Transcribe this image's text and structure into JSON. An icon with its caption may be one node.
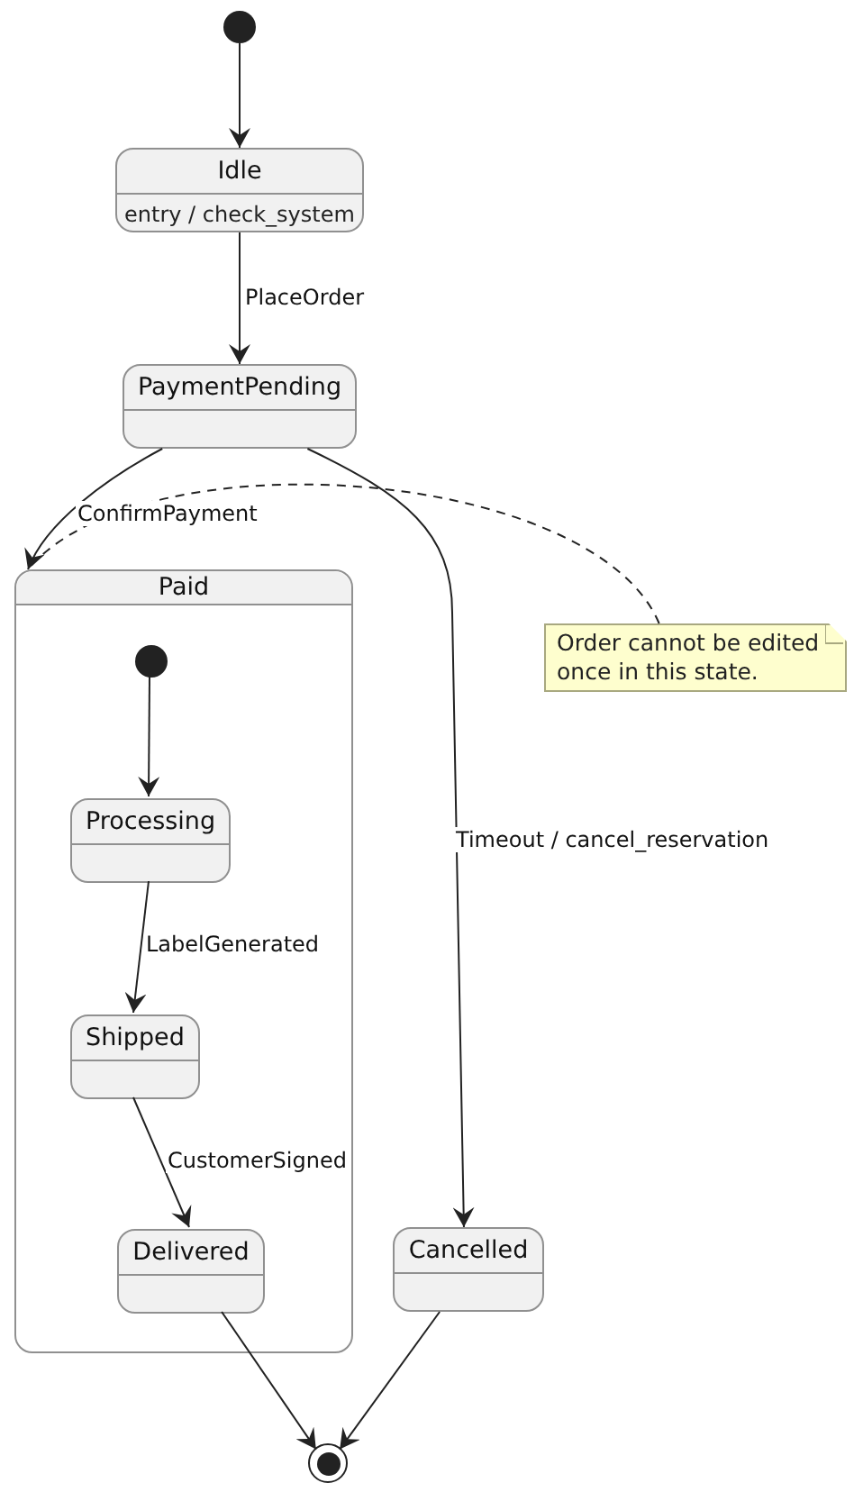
{
  "diagram": {
    "nodes": [
      {
        "text": [],
        "shape": "circle"
      },
      {
        "text": [
          "Idle",
          "entry / check_system"
        ]
      },
      {
        "text": [
          "PaymentPending"
        ]
      },
      {
        "text": [
          "Paid"
        ]
      },
      {
        "text": [],
        "shape": "circle",
        "in": 3
      },
      {
        "text": [
          "Processing"
        ],
        "in": 3
      },
      {
        "text": [
          "Shipped"
        ],
        "in": 3
      },
      {
        "text": [
          "Delivered"
        ],
        "in": 3
      },
      {
        "text": [
          "Cancelled"
        ]
      },
      {
        "text": [],
        "shape": "bullseye"
      },
      {
        "text": [
          "Order cannot be edited once in this state."
        ]
      }
    ],
    "edges": [
      {
        "from": 0,
        "to": 1,
        "arrow": "to"
      },
      {
        "from": 1,
        "to": 2,
        "arrow": "to",
        "label": "PlaceOrder"
      },
      {
        "from": 2,
        "to": 3,
        "arrow": "to",
        "label": "ConfirmPayment"
      },
      {
        "from": 2,
        "to": 8,
        "arrow": "to",
        "label": "Timeout / cancel_reservation"
      },
      {
        "from": 4,
        "to": 5,
        "arrow": "to"
      },
      {
        "from": 5,
        "to": 6,
        "arrow": "to",
        "label": "LabelGenerated"
      },
      {
        "from": 6,
        "to": 7,
        "arrow": "to",
        "label": "CustomerSigned"
      },
      {
        "from": 7,
        "to": 9,
        "arrow": "to"
      },
      {
        "from": 8,
        "to": 9,
        "arrow": "to"
      },
      {
        "from": 10,
        "to": 3,
        "arrow": "none",
        "style": "dashed"
      }
    ]
  }
}
